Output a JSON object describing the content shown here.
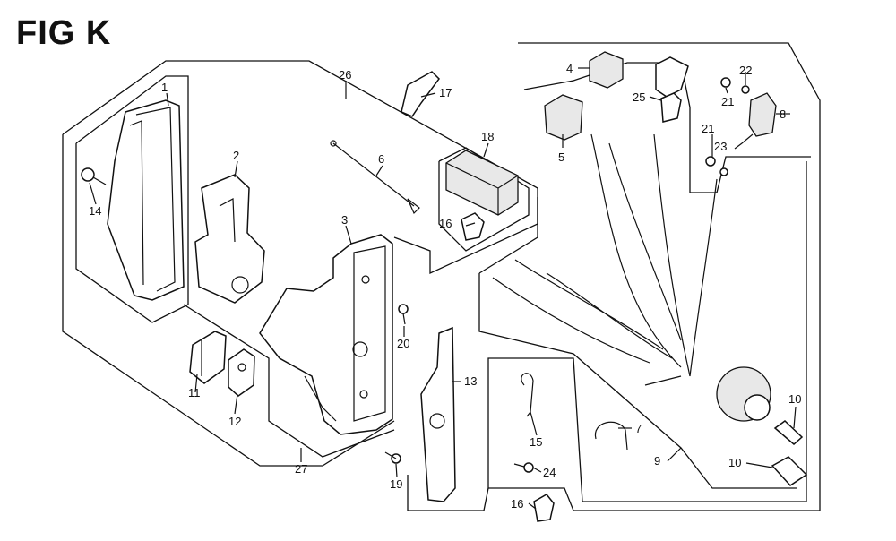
{
  "figure": {
    "title": "FIG K",
    "callouts": [
      {
        "id": "c1",
        "text": "1"
      },
      {
        "id": "c2",
        "text": "2"
      },
      {
        "id": "c3",
        "text": "3"
      },
      {
        "id": "c4",
        "text": "4"
      },
      {
        "id": "c5",
        "text": "5"
      },
      {
        "id": "c6",
        "text": "6"
      },
      {
        "id": "c7",
        "text": "7"
      },
      {
        "id": "c8",
        "text": "8"
      },
      {
        "id": "c9",
        "text": "9"
      },
      {
        "id": "c10a",
        "text": "10"
      },
      {
        "id": "c10b",
        "text": "10"
      },
      {
        "id": "c11",
        "text": "11"
      },
      {
        "id": "c12",
        "text": "12"
      },
      {
        "id": "c13",
        "text": "13"
      },
      {
        "id": "c14",
        "text": "14"
      },
      {
        "id": "c15",
        "text": "15"
      },
      {
        "id": "c16a",
        "text": "16"
      },
      {
        "id": "c16b",
        "text": "16"
      },
      {
        "id": "c17",
        "text": "17"
      },
      {
        "id": "c18",
        "text": "18"
      },
      {
        "id": "c19",
        "text": "19"
      },
      {
        "id": "c20",
        "text": "20"
      },
      {
        "id": "c21a",
        "text": "21"
      },
      {
        "id": "c21b",
        "text": "21"
      },
      {
        "id": "c22",
        "text": "22"
      },
      {
        "id": "c23",
        "text": "23"
      },
      {
        "id": "c24",
        "text": "24"
      },
      {
        "id": "c25",
        "text": "25"
      },
      {
        "id": "c26",
        "text": "26"
      },
      {
        "id": "c27",
        "text": "27"
      }
    ]
  }
}
